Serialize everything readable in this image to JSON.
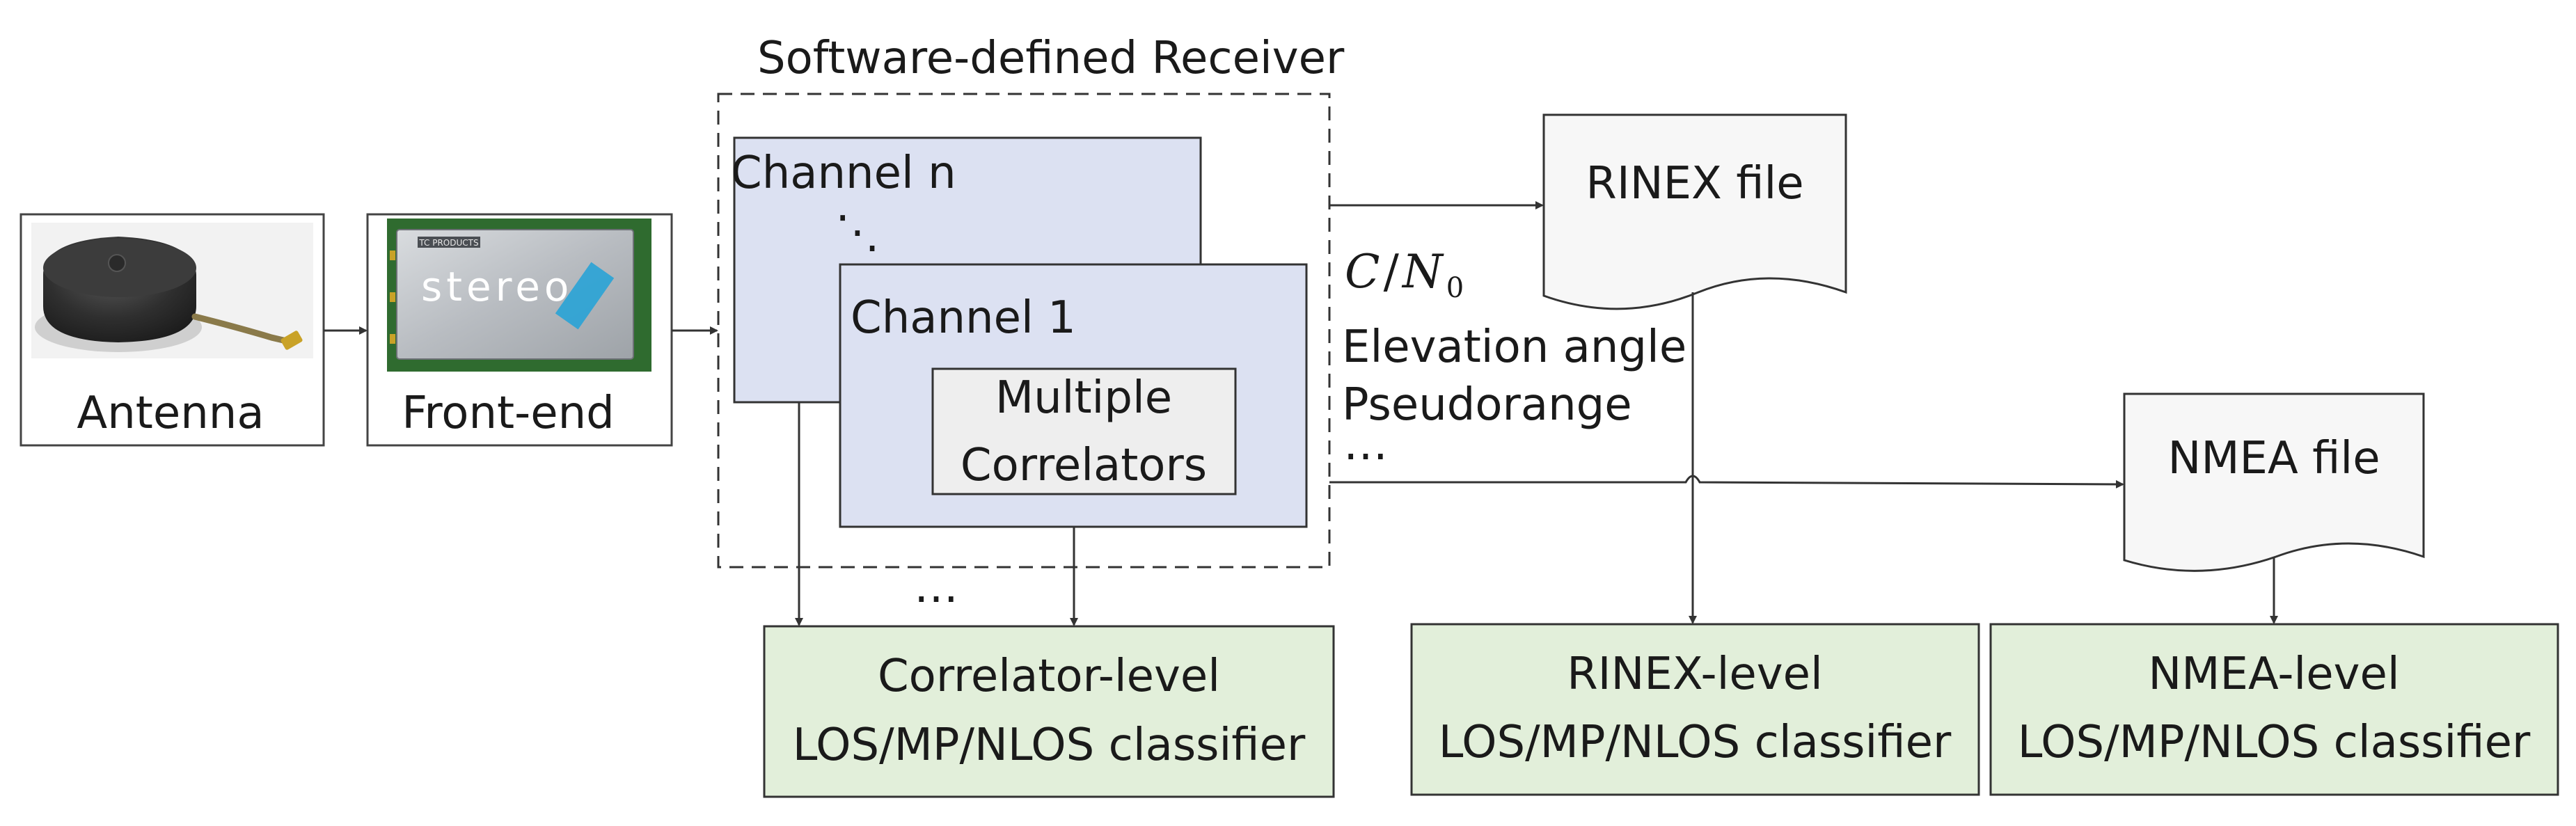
{
  "diagram": {
    "receiver_title": "Software-defined Receiver",
    "antenna_label": "Antenna",
    "frontend_label": "Front-end",
    "frontend_device_text": "stereo",
    "frontend_device_small": "TC PRODUCTS",
    "channel_n_label": "Channel n",
    "channel_dots": "⋱",
    "channel_1_label": "Channel 1",
    "correlators_line1": "Multiple",
    "correlators_line2": "Correlators",
    "correlator_dots": "…",
    "measurements": {
      "cn0_main": "C",
      "cn0_slash": "/",
      "cn0_n": "N",
      "cn0_sub": "0",
      "elevation": "Elevation angle",
      "pseudorange": "Pseudorange",
      "more": "…"
    },
    "rinex_file": "RINEX file",
    "nmea_file": "NMEA file",
    "classifiers": {
      "correlator": {
        "line1": "Correlator-level",
        "line2": "LOS/MP/NLOS classifier"
      },
      "rinex": {
        "line1": "RINEX-level",
        "line2": "LOS/MP/NLOS classifier"
      },
      "nmea": {
        "line1": "NMEA-level",
        "line2": "LOS/MP/NLOS classifier"
      }
    },
    "colors": {
      "channel_fill": "#DCE1F2",
      "classifier_fill": "#E2EFDA",
      "correlator_fill": "#EEEEEE",
      "file_fill": "#F7F7F7"
    }
  }
}
